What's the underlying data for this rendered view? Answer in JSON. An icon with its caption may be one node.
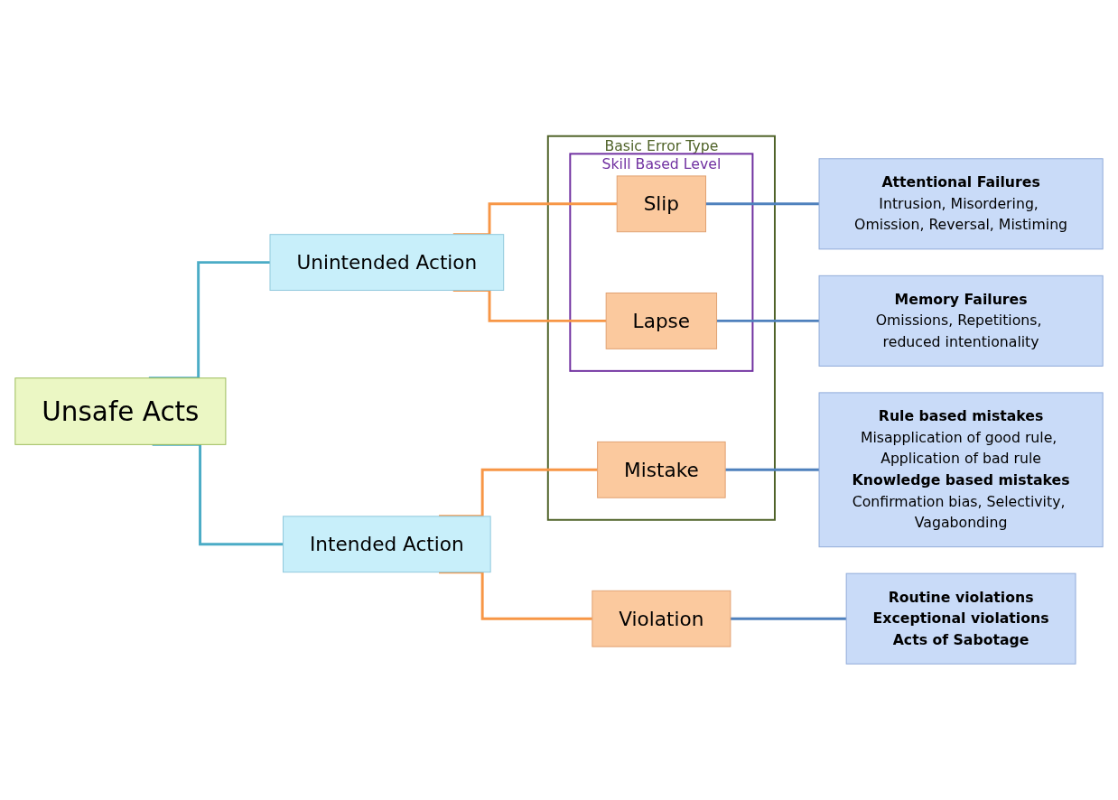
{
  "diagram": {
    "nodes": [
      {
        "text": [
          "Unsafe Acts"
        ]
      },
      {
        "text": [
          "Unintended Action"
        ]
      },
      {
        "text": [
          "Intended Action"
        ]
      },
      {
        "text": [
          "Basic Error Type"
        ]
      },
      {
        "text": [
          "Skill Based Level"
        ],
        "in": 3
      },
      {
        "text": [
          "Slip"
        ],
        "in": 4
      },
      {
        "text": [
          "Lapse"
        ],
        "in": 4
      },
      {
        "text": [
          "Mistake"
        ],
        "in": 3
      },
      {
        "text": [
          "Violation"
        ]
      },
      {
        "text": [
          "Attentional Failures",
          "Intrusion, Misordering, Omission, Reversal, Mistiming"
        ]
      },
      {
        "text": [
          "Memory Failures",
          "Omissions, Repetitions, reduced intentionality"
        ]
      },
      {
        "text": [
          "Rule based mistakes",
          "Misapplication of good rule, Application of bad rule",
          "Knowledge based mistakes",
          "Confirmation bias, Selectivity, Vagabonding"
        ]
      },
      {
        "text": [
          "Routine violations",
          "Exceptional violations",
          "Acts of Sabotage"
        ]
      }
    ],
    "edges": [
      {
        "from": 0,
        "to": 1,
        "arrow": "none",
        "color": "#4bacc6"
      },
      {
        "from": 0,
        "to": 2,
        "arrow": "none",
        "color": "#4bacc6"
      },
      {
        "from": 1,
        "to": 5,
        "arrow": "none",
        "color": "#f79646"
      },
      {
        "from": 1,
        "to": 6,
        "arrow": "none",
        "color": "#f79646"
      },
      {
        "from": 2,
        "to": 7,
        "arrow": "none",
        "color": "#f79646"
      },
      {
        "from": 2,
        "to": 8,
        "arrow": "none",
        "color": "#f79646"
      },
      {
        "from": 5,
        "to": 9,
        "arrow": "none",
        "color": "#4f81bd"
      },
      {
        "from": 6,
        "to": 10,
        "arrow": "none",
        "color": "#4f81bd"
      },
      {
        "from": 7,
        "to": 11,
        "arrow": "none",
        "color": "#4f81bd"
      },
      {
        "from": 8,
        "to": 12,
        "arrow": "none",
        "color": "#4f81bd"
      }
    ]
  }
}
